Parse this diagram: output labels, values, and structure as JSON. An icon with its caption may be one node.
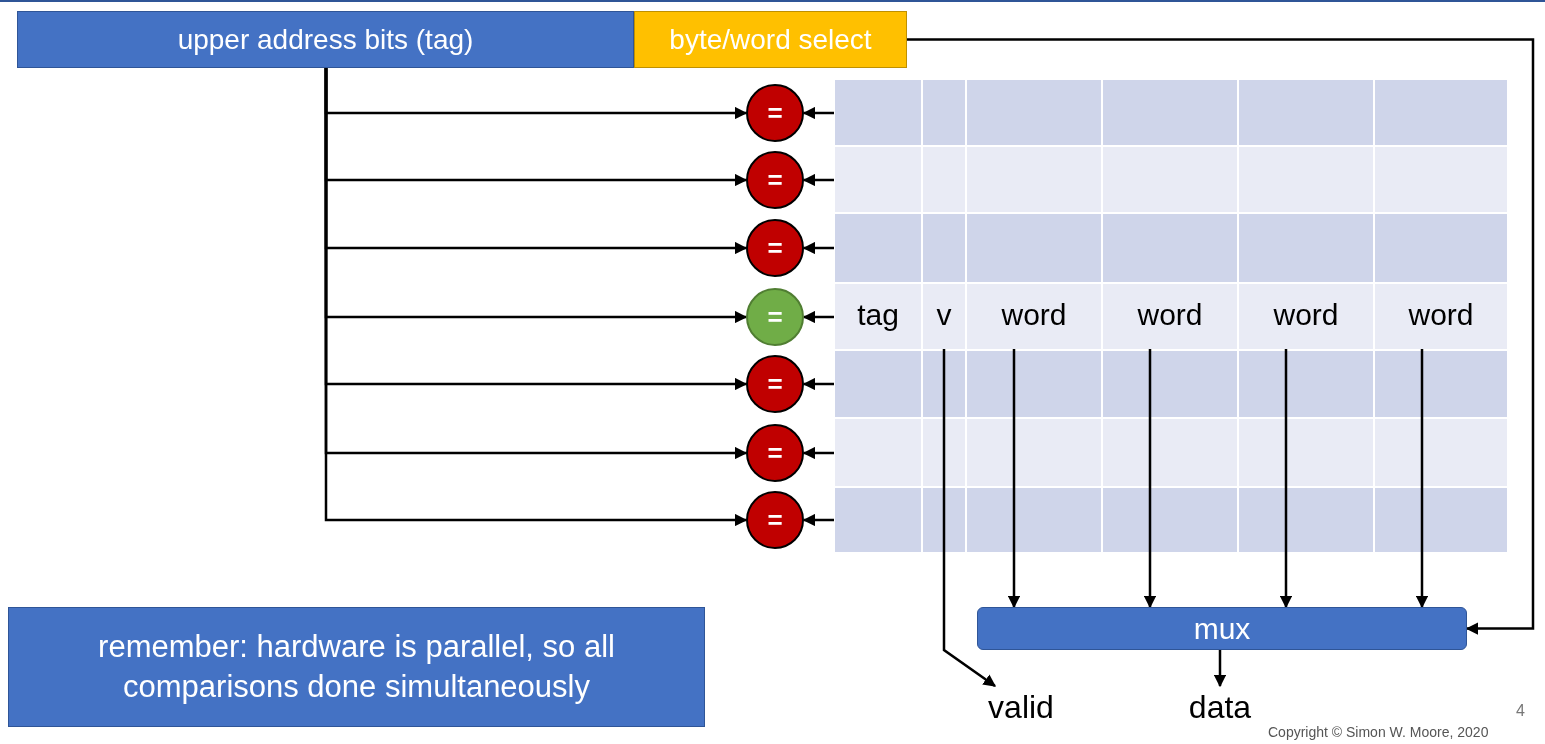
{
  "diagram": {
    "nodes": [
      {
        "text": [
          "upper address bits (tag)"
        ]
      },
      {
        "text": [
          "byte/word select"
        ]
      },
      {
        "text": [
          "="
        ]
      },
      {
        "text": [
          "="
        ]
      },
      {
        "text": [
          "="
        ]
      },
      {
        "text": [
          "="
        ]
      },
      {
        "text": [
          "="
        ]
      },
      {
        "text": [
          "="
        ]
      },
      {
        "text": [
          "="
        ]
      },
      {
        "text": [],
        "shape": "box"
      },
      {
        "text": [],
        "shape": "box"
      },
      {
        "text": [],
        "shape": "box"
      },
      {
        "text": [
          "tag"
        ]
      },
      {
        "text": [
          "v"
        ]
      },
      {
        "text": [
          "word"
        ]
      },
      {
        "text": [
          "word"
        ]
      },
      {
        "text": [
          "word"
        ]
      },
      {
        "text": [
          "word"
        ]
      },
      {
        "text": [],
        "shape": "box"
      },
      {
        "text": [],
        "shape": "box"
      },
      {
        "text": [],
        "shape": "box"
      },
      {
        "text": [
          "mux"
        ]
      },
      {
        "text": [
          "valid"
        ]
      },
      {
        "text": [
          "data"
        ]
      },
      {
        "text": [
          "remember: hardware is parallel, so all comparisons done simultaneously"
        ]
      }
    ],
    "edges": [
      {
        "from": 0,
        "to": 2,
        "arrow": "to"
      },
      {
        "from": 0,
        "to": 3,
        "arrow": "to"
      },
      {
        "from": 0,
        "to": 4,
        "arrow": "to"
      },
      {
        "from": 0,
        "to": 5,
        "arrow": "to"
      },
      {
        "from": 0,
        "to": 6,
        "arrow": "to"
      },
      {
        "from": 0,
        "to": 7,
        "arrow": "to"
      },
      {
        "from": 0,
        "to": 8,
        "arrow": "to"
      },
      {
        "from": 9,
        "to": 2,
        "arrow": "to"
      },
      {
        "from": 10,
        "to": 3,
        "arrow": "to"
      },
      {
        "from": 11,
        "to": 4,
        "arrow": "to"
      },
      {
        "from": 12,
        "to": 5,
        "arrow": "to"
      },
      {
        "from": 18,
        "to": 6,
        "arrow": "to"
      },
      {
        "from": 19,
        "to": 7,
        "arrow": "to"
      },
      {
        "from": 20,
        "to": 8,
        "arrow": "to"
      },
      {
        "from": 1,
        "to": 21,
        "arrow": "to"
      },
      {
        "from": 14,
        "to": 21,
        "arrow": "to"
      },
      {
        "from": 15,
        "to": 21,
        "arrow": "to"
      },
      {
        "from": 16,
        "to": 21,
        "arrow": "to"
      },
      {
        "from": 17,
        "to": 21,
        "arrow": "to"
      },
      {
        "from": 13,
        "to": 22,
        "arrow": "to"
      },
      {
        "from": 21,
        "to": 23,
        "arrow": "to"
      }
    ],
    "labels": [
      "4",
      "Copyright © Simon W. Moore, 2020"
    ]
  }
}
